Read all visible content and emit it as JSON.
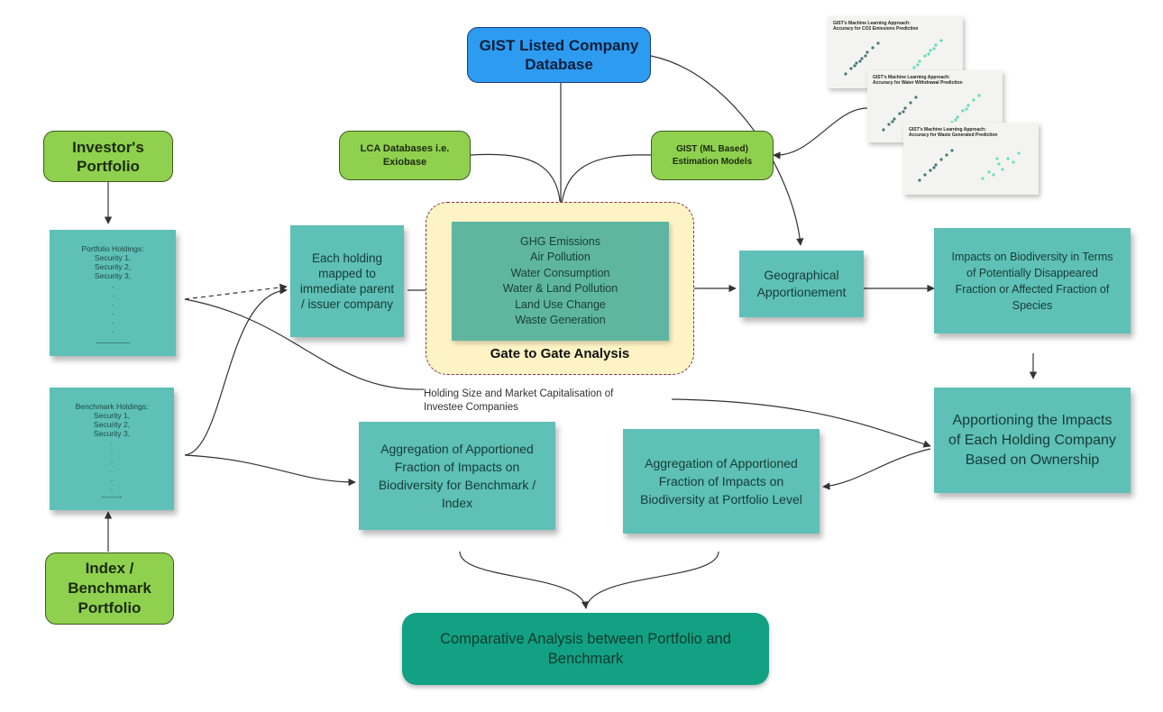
{
  "nodes": {
    "gist_db": "GIST Listed Company Database",
    "investor_portfolio": "Investor's Portfolio",
    "index_benchmark": "Index / Benchmark Portfolio",
    "lca_db": "LCA Databases i.e. Exiobase",
    "gist_ml": "GIST (ML Based) Estimation Models",
    "portfolio_holdings": {
      "title": "Portfolio Holdings:",
      "items": [
        "Security 1,",
        "Security 2,",
        "Security 3,",
        ".",
        ".",
        ".",
        ".",
        ".",
        ".",
        "________"
      ]
    },
    "benchmark_holdings": {
      "title": "Benchmark Holdings:",
      "items": [
        "Security 1,",
        "Security 2,",
        "Security 3,",
        ".",
        ".",
        ".",
        ".",
        ".",
        ".",
        "--------"
      ]
    },
    "each_holding": "Each holding mapped to immediate parent / issuer company",
    "impacts": [
      "GHG Emissions",
      "Air Pollution",
      "Water Consumption",
      "Water & Land Pollution",
      "Land Use Change",
      "Waste Generation"
    ],
    "gate_label": "Gate to Gate Analysis",
    "geo": "Geographical Apportionement",
    "biodiversity": "Impacts on Biodiversity in Terms of Potentially Disappeared Fraction or Affected Fraction of Species",
    "apportioning": "Apportioning the Impacts of Each Holding Company Based on Ownership",
    "agg_benchmark": "Aggregation of Apportioned Fraction of Impacts on Biodiversity for Benchmark / Index",
    "agg_portfolio": "Aggregation of Apportioned Fraction of Impacts on Biodiversity at Portfolio Level",
    "comparative": "Comparative Analysis between Portfolio and Benchmark"
  },
  "edge_label_holding_size": [
    "Holding Size and Market Capitalisation of",
    "Investee Companies"
  ],
  "thumbnails": [
    "GIST's Machine Learning Approach: Accuracy for CO2 Emissions Prediction",
    "GIST's Machine Learning Approach: Accuracy for Water Withdrawal Prediction",
    "GIST's Machine Learning Approach: Accuracy for Waste Generated Prediction"
  ],
  "colors": {
    "green_node": "#8fd14f",
    "blue_node": "#2d9bf0",
    "sticky": "#5ec0b6",
    "comparative": "#12a183",
    "gate_fill": "#fdf3c4",
    "gate_border": "#8a2b55"
  }
}
